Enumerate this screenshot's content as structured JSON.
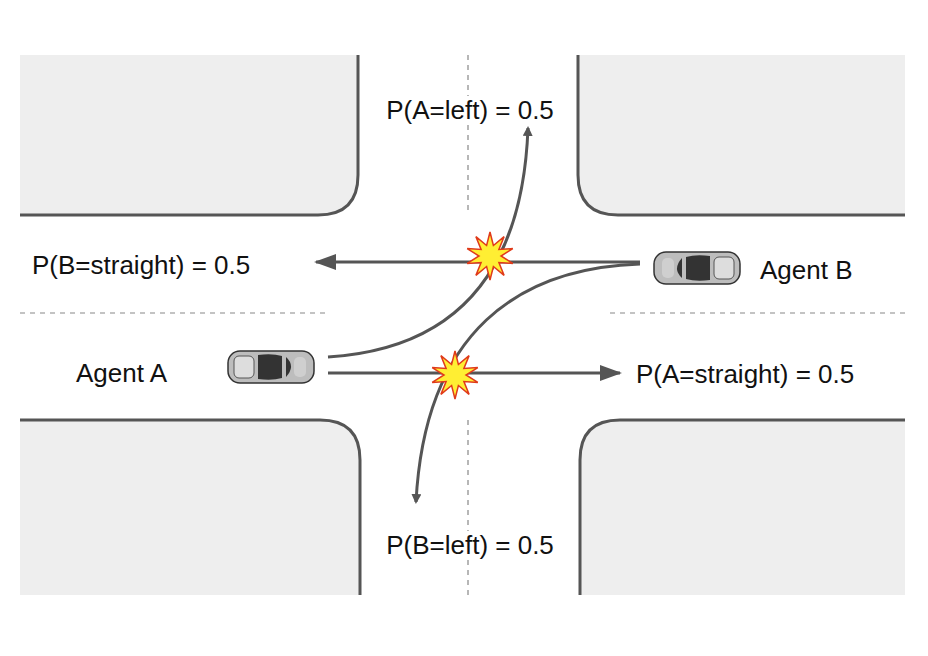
{
  "diagram": {
    "labels": [
      "P(A=left) = 0.5",
      "P(B=straight) = 0.5",
      "Agent B",
      "Agent A",
      "P(A=straight) = 0.5",
      "P(B=left) = 0.5"
    ]
  }
}
